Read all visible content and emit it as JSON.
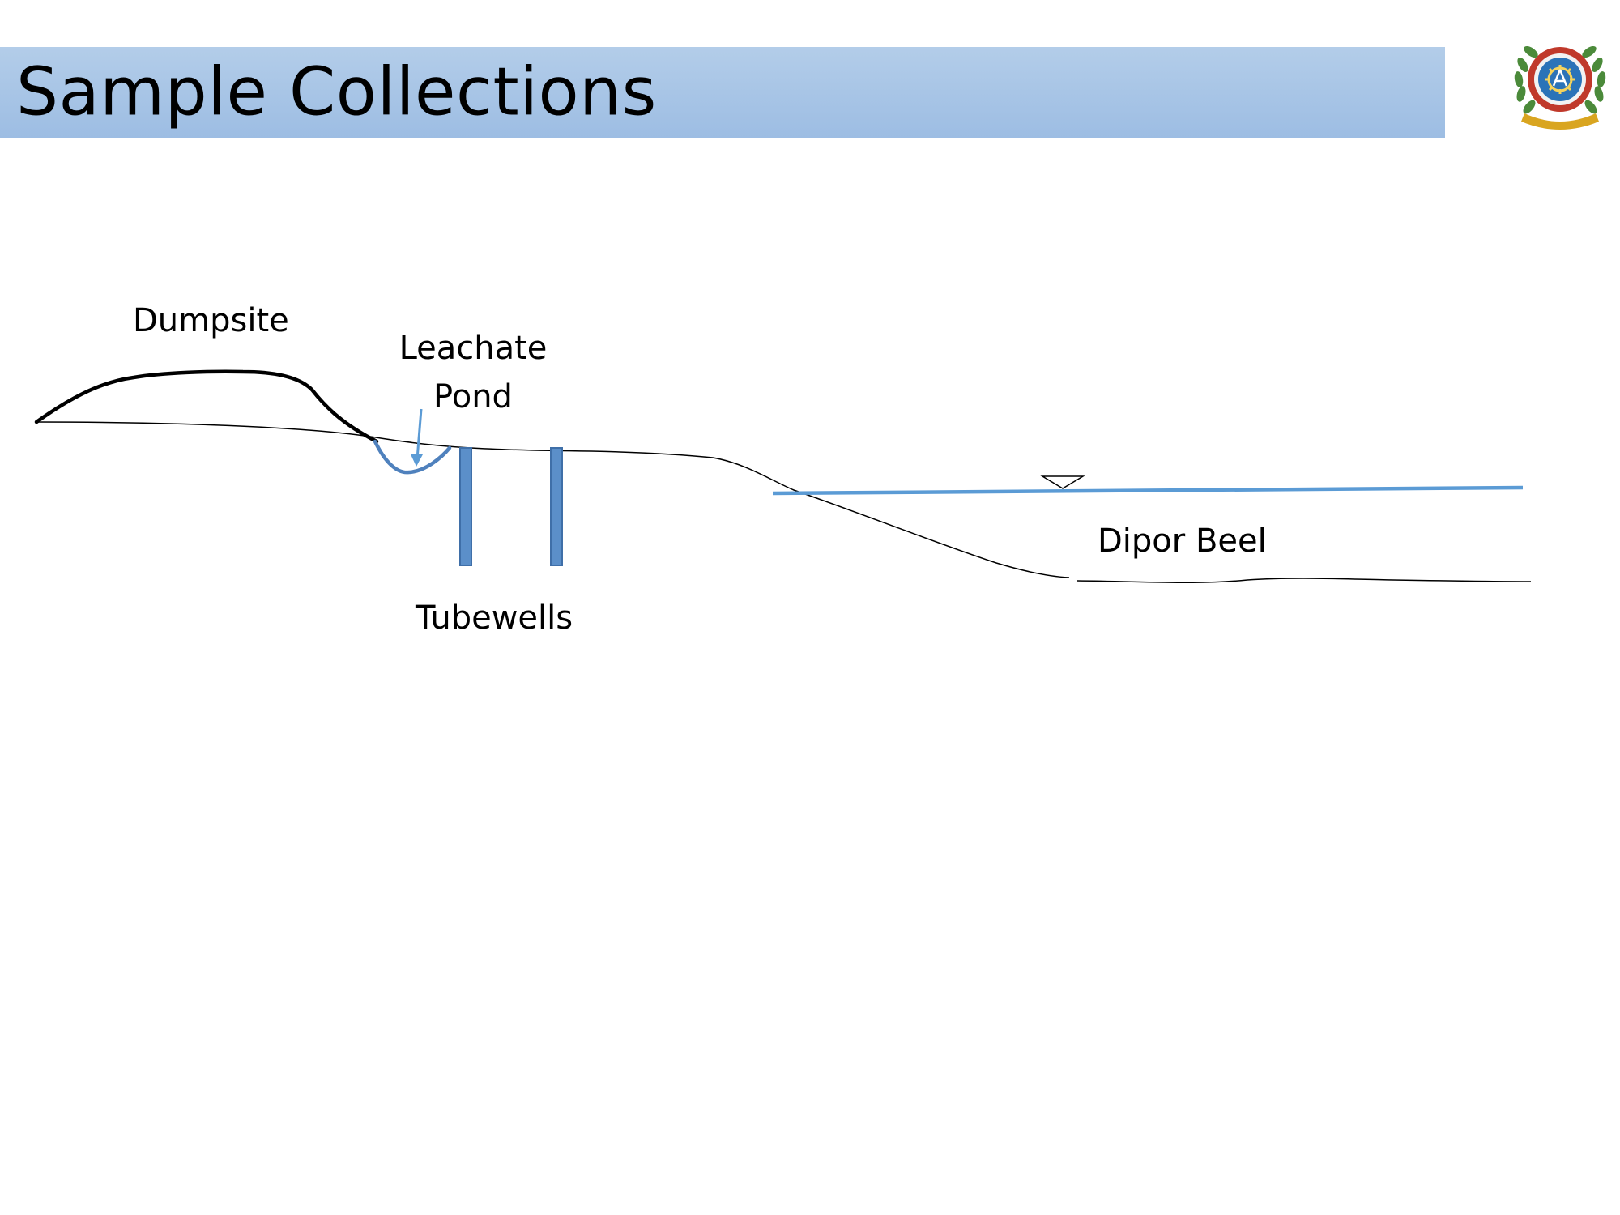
{
  "slide": {
    "title": "Sample Collections"
  },
  "diagram": {
    "labels": {
      "dumpsite": "Dumpsite",
      "leachate_pond_line1": "Leachate",
      "leachate_pond_line2": "Pond",
      "tubewells": "Tubewells",
      "dipor_beel": "Dipor Beel"
    }
  },
  "logo": {
    "name": "institution-emblem-logo",
    "colors": {
      "laurel": "#4b8a3a",
      "ring_outer": "#c0392b",
      "ring_inner": "#2b73b8",
      "ribbon": "#d9a520"
    }
  },
  "colors": {
    "title_bar": "#a9c6e8",
    "well_fill": "#5b8fc9",
    "water_line": "#5b9bd5",
    "ground_line": "#000000"
  }
}
